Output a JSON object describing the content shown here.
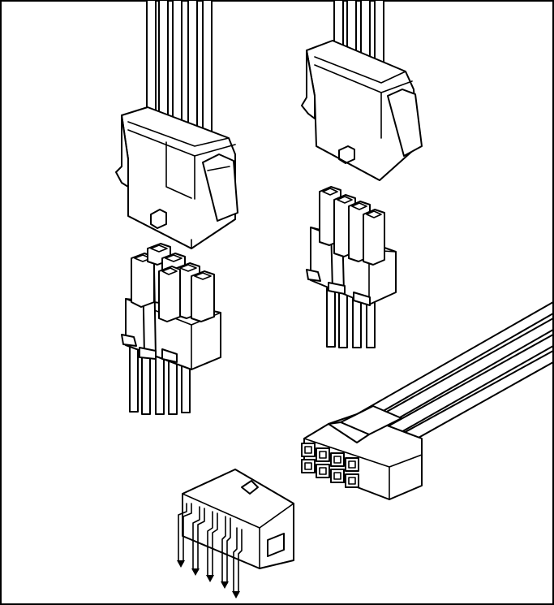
{
  "figure": {
    "background": "#ffffff",
    "line_color": "#000000",
    "contents": [
      "plug-8-pin-with-latch",
      "plug-6-pin-with-latch",
      "receptacle-8-pin",
      "receptacle-6-pin",
      "plug-8-pin-front-face",
      "right-angle-header-8-pin"
    ]
  }
}
